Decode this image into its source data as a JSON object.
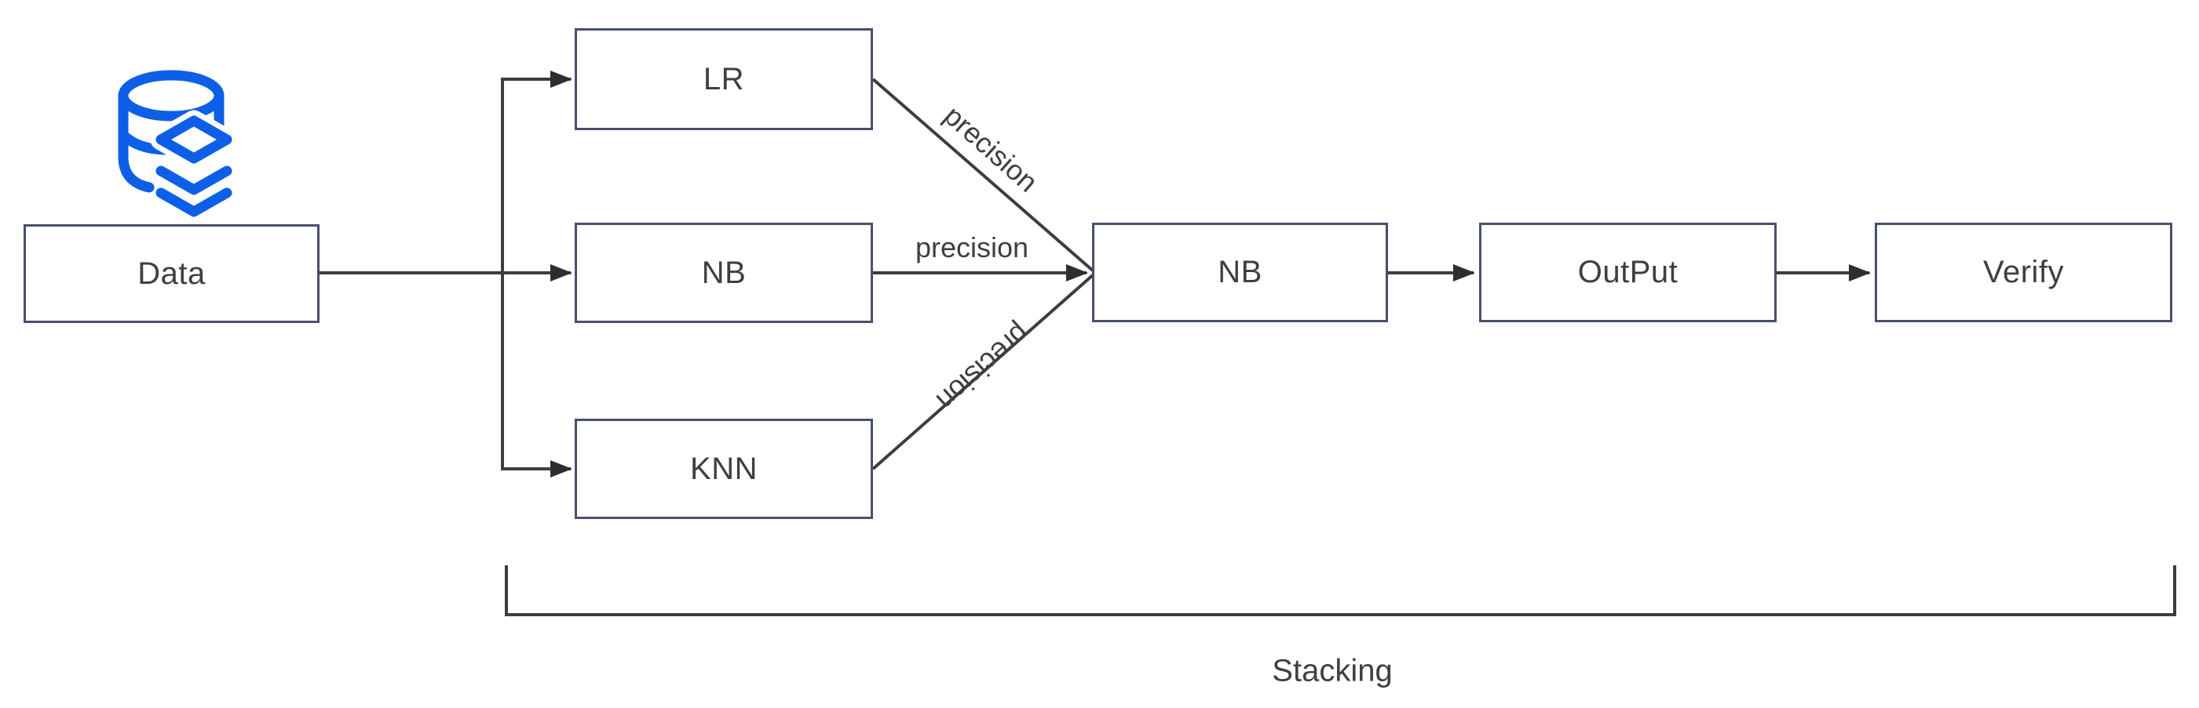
{
  "diagram": {
    "title_context": "Stacking ensemble pipeline diagram",
    "nodes": {
      "data": {
        "label": "Data"
      },
      "lr": {
        "label": "LR"
      },
      "nb1": {
        "label": "NB"
      },
      "knn": {
        "label": "KNN"
      },
      "nb2": {
        "label": "NB"
      },
      "output": {
        "label": "OutPut"
      },
      "verify": {
        "label": "Verify"
      }
    },
    "edge_labels": {
      "lr_to_nb2": "precision",
      "nb1_to_nb2": "precision",
      "knn_to_nb2": "precision"
    },
    "bracket_label": "Stacking",
    "icons": {
      "database": "database-stack-icon"
    },
    "colors": {
      "box_border": "#475070",
      "line": "#3d3d3d",
      "text": "#3f3f3f",
      "icon_blue": "#0e5fe8",
      "background": "#ffffff"
    }
  }
}
